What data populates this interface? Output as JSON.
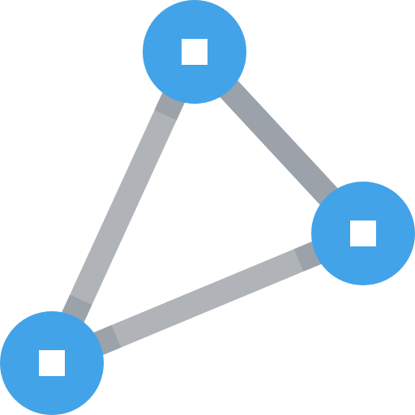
{
  "icon": {
    "name": "network-triangle-icon",
    "colors": {
      "node_fill": "#42a3e8",
      "node_marker": "#ffffff",
      "edge_light": "#b0b3b7",
      "edge_dark": "#9ca2a9",
      "background": "#ffffff"
    },
    "nodes": [
      {
        "id": "node-top",
        "name": "top-node"
      },
      {
        "id": "node-right",
        "name": "right-node"
      },
      {
        "id": "node-bottom-left",
        "name": "bottom-left-node"
      }
    ],
    "edges": [
      {
        "from": "node-top",
        "to": "node-right",
        "name": "edge-top-right",
        "style": "dark"
      },
      {
        "from": "node-top",
        "to": "node-bottom-left",
        "name": "edge-top-bottom-left",
        "style": "light"
      },
      {
        "from": "node-bottom-left",
        "to": "node-right",
        "name": "edge-bottom-left-right",
        "style": "light"
      }
    ]
  }
}
